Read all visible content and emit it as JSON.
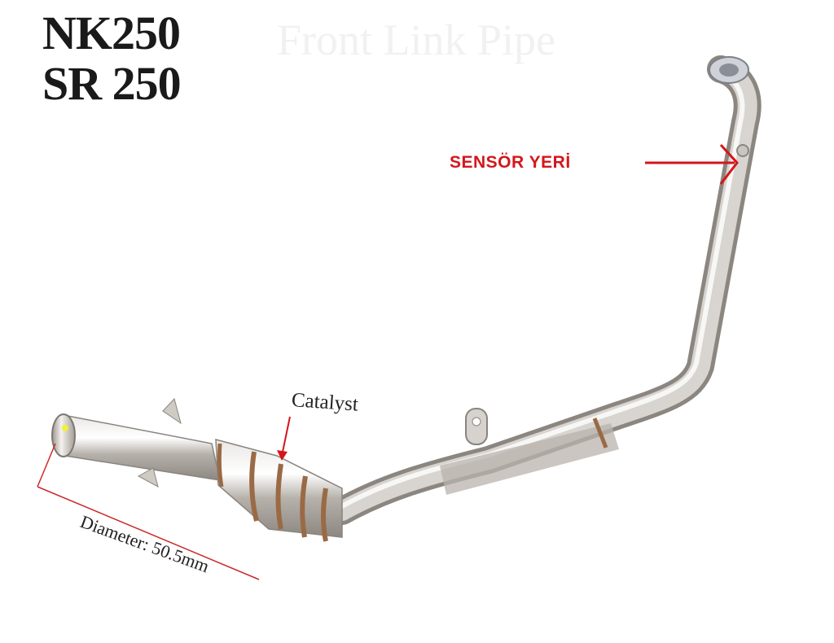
{
  "labels": {
    "model_line_1": "NK250",
    "model_line_2": "SR 250",
    "faded_title": "Front Link Pipe",
    "sensor_label": "SENSÖR YERİ",
    "catalyst_label": "Catalyst",
    "diameter_label": "Diameter: 50.5mm"
  },
  "colors": {
    "annotation_red": "#d4161b",
    "pipe_steel": "#b9b4ae",
    "bronze_ring": "#9a6a45"
  }
}
